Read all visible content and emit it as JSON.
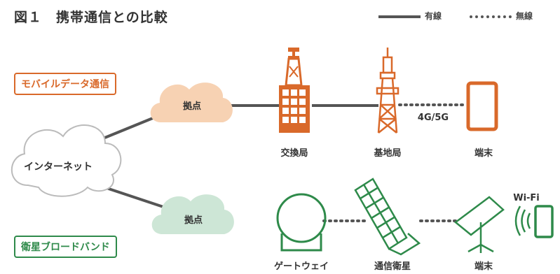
{
  "title": "図１　携帯通信との比較",
  "legend": {
    "wired": "有線",
    "wireless": "無線"
  },
  "sections": {
    "mobile": "モバイルデータ通信",
    "satellite": "衛星ブロードバンド"
  },
  "nodes": {
    "internet": "インターネット",
    "hub_top": "拠点",
    "hub_bottom": "拠点",
    "exchange": "交換局",
    "base_station": "基地局",
    "terminal_top": "端末",
    "gateway": "ゲートウェイ",
    "satellite": "通信衛星",
    "terminal_bottom": "端末"
  },
  "link_labels": {
    "cellular": "4G/5G",
    "wifi": "Wi-Fi"
  },
  "colors": {
    "mobile": "#D9692A",
    "satellite": "#2E8A4A",
    "cloud_orange": "#F7D2B3",
    "cloud_green": "#CDE6D6",
    "line": "#555555"
  }
}
